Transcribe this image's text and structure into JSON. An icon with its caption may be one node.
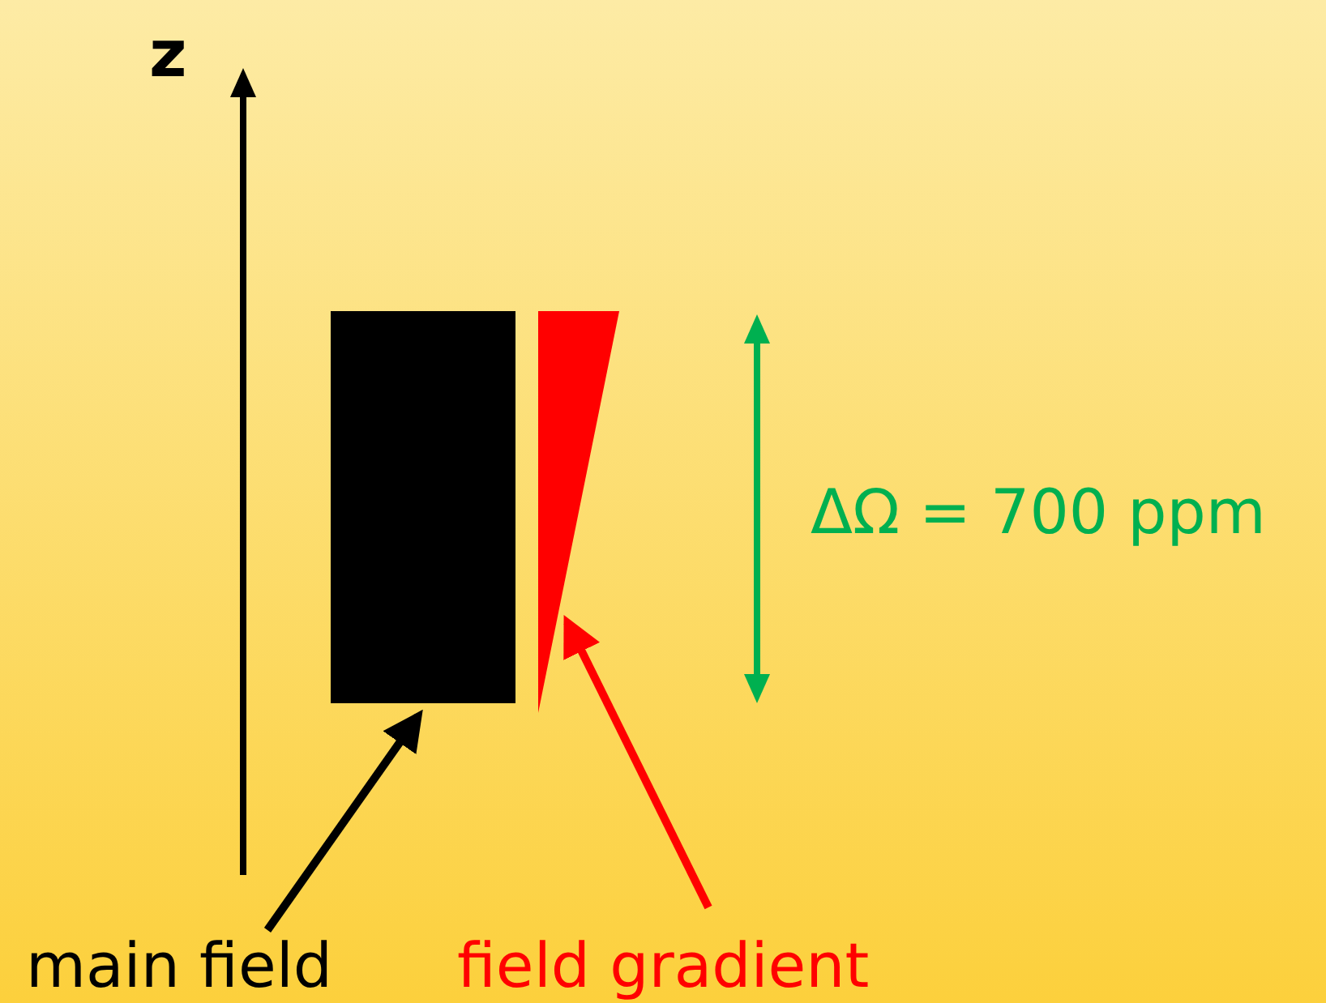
{
  "diagram": {
    "nodes": [
      {
        "text": [],
        "shape": "box"
      },
      {
        "text": [],
        "shape": "triangle"
      },
      {
        "text": [
          "main field"
        ]
      },
      {
        "text": [
          "field gradient"
        ]
      }
    ],
    "edges": [
      {
        "from": 2,
        "to": 0,
        "arrow": "to",
        "color": "#000000"
      },
      {
        "from": 3,
        "to": 1,
        "arrow": "to",
        "color": "#ff0000"
      }
    ],
    "labels": [
      "z",
      "ΔΩ = 700 ppm"
    ]
  }
}
